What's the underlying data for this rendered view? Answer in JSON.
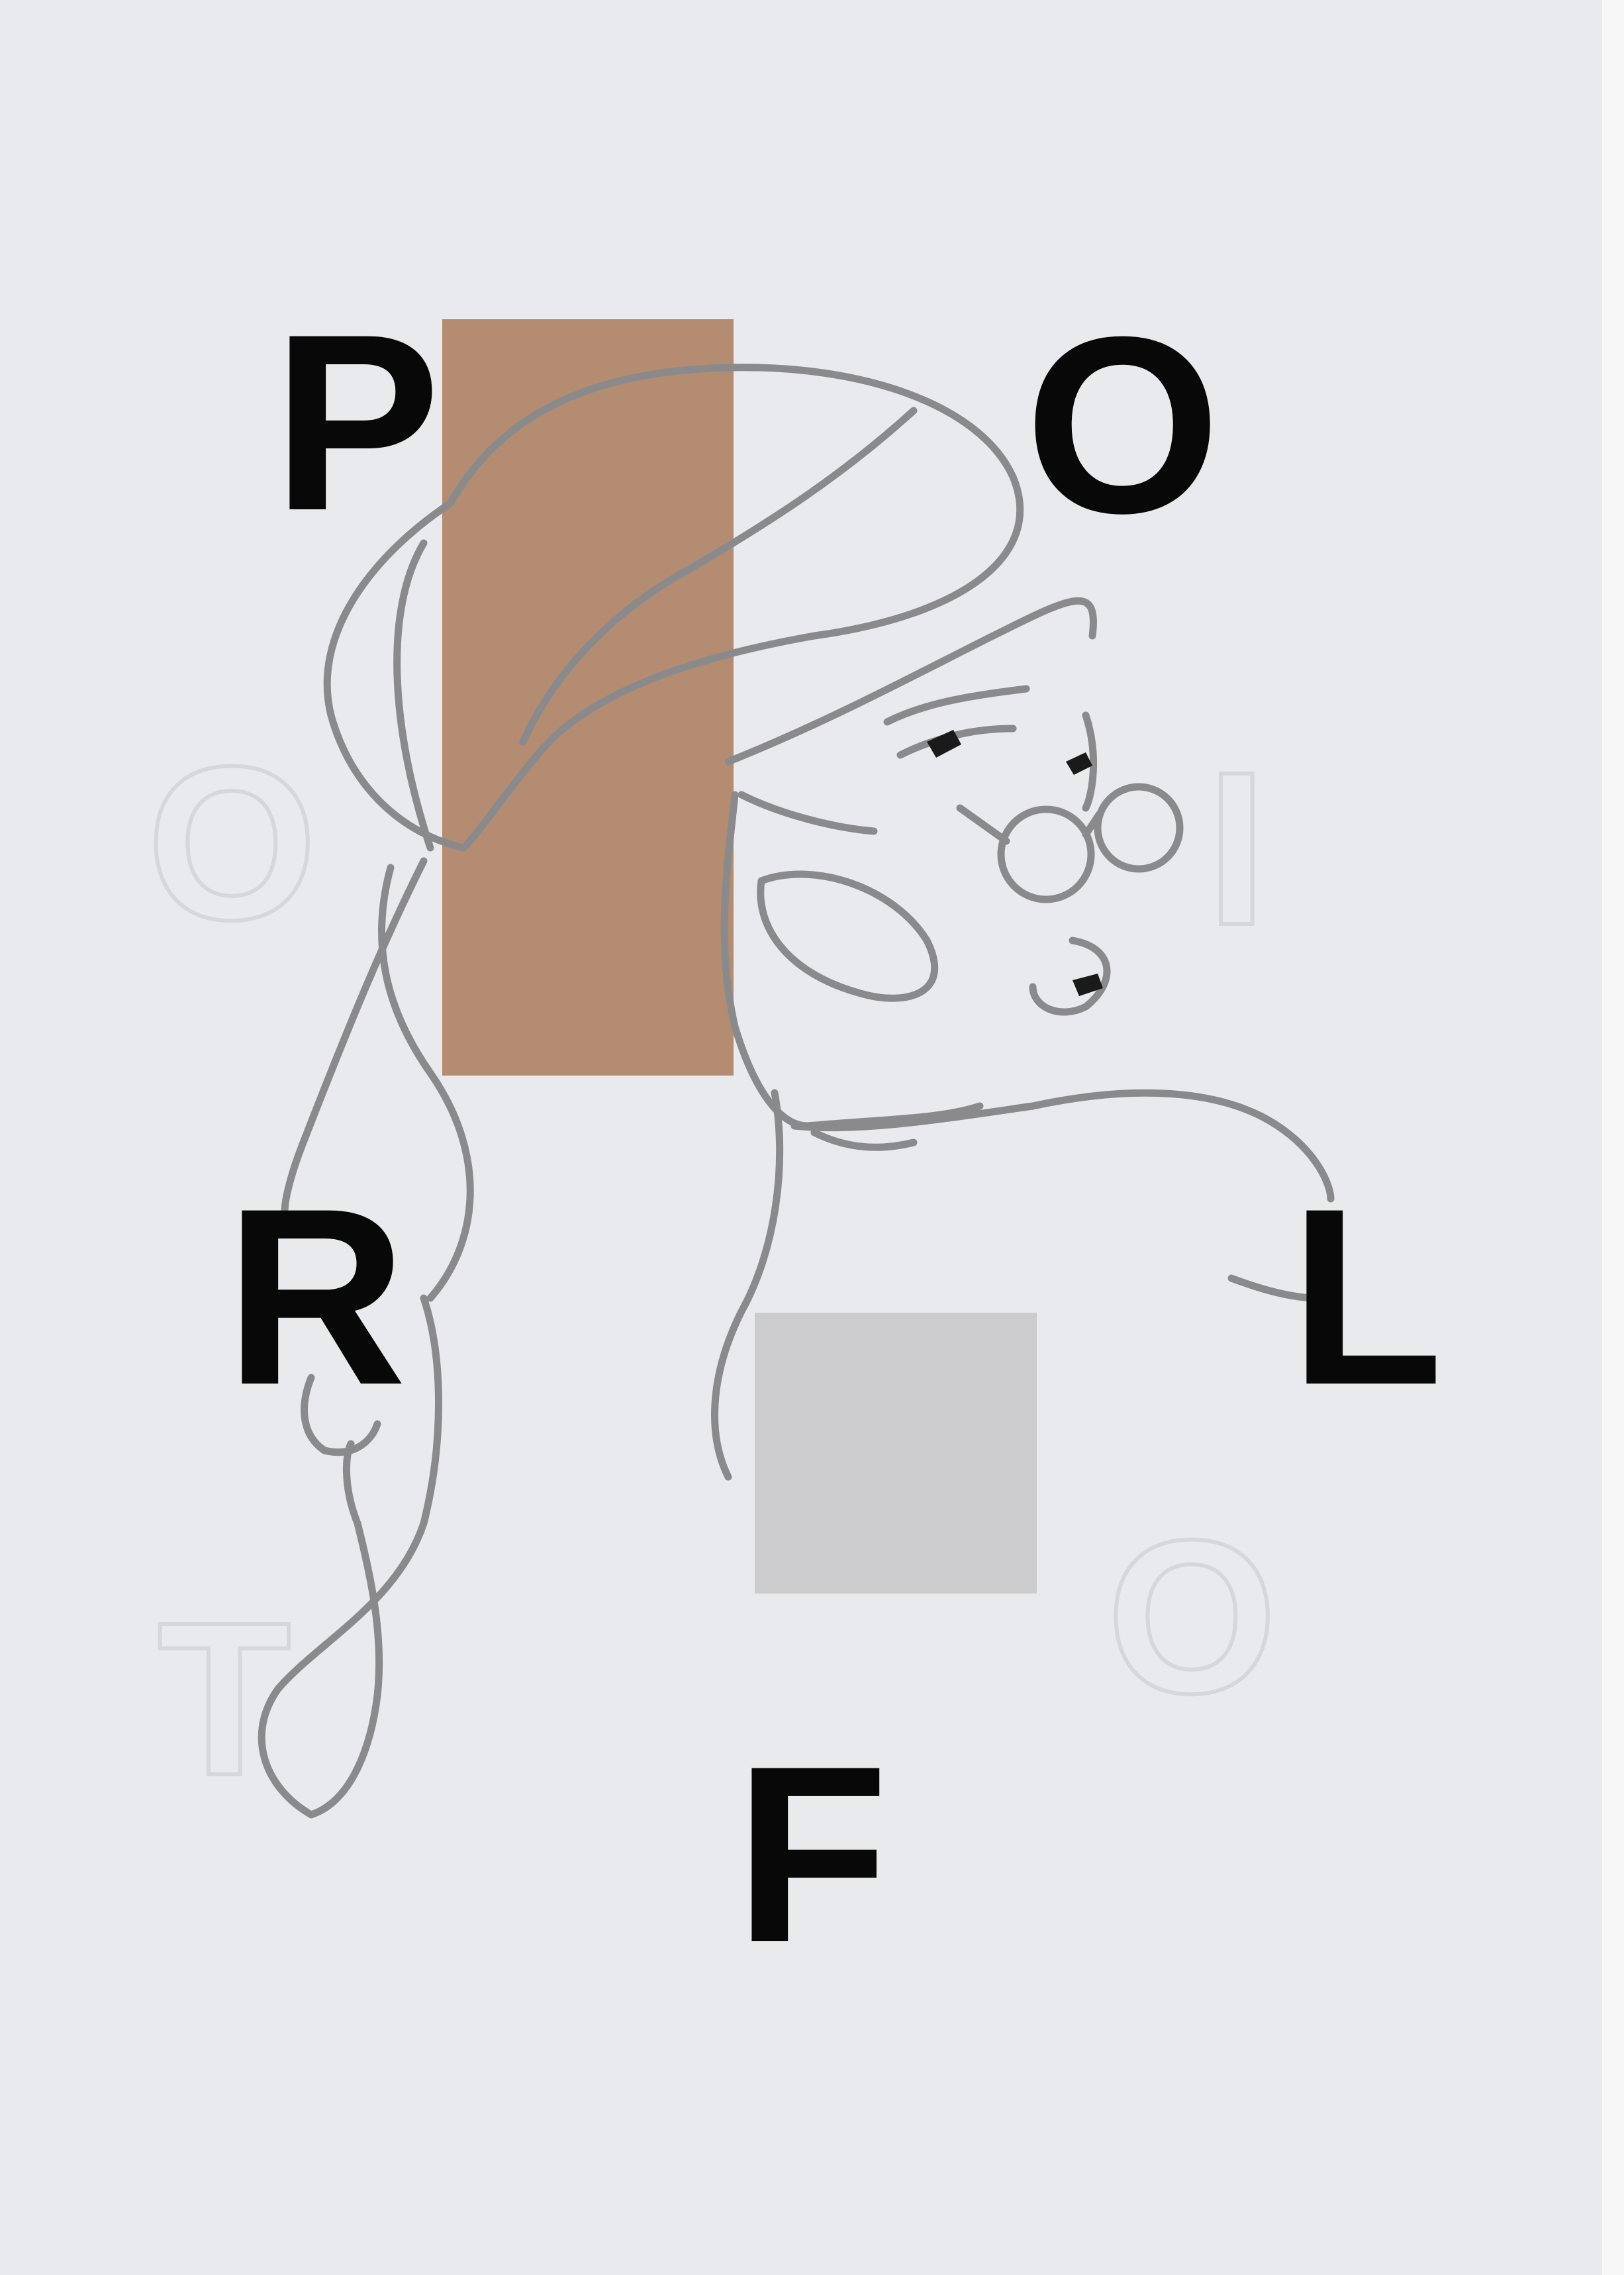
{
  "poster": {
    "background_color": "#e9eaee",
    "accent_brown": "#b38c72",
    "accent_grey": "#cccccf",
    "letters_solid": [
      "P",
      "O",
      "R",
      "L",
      "F"
    ],
    "letters_ghost": [
      "O",
      "I",
      "T",
      "O"
    ],
    "illustration": "continuous-line-face-icon"
  }
}
